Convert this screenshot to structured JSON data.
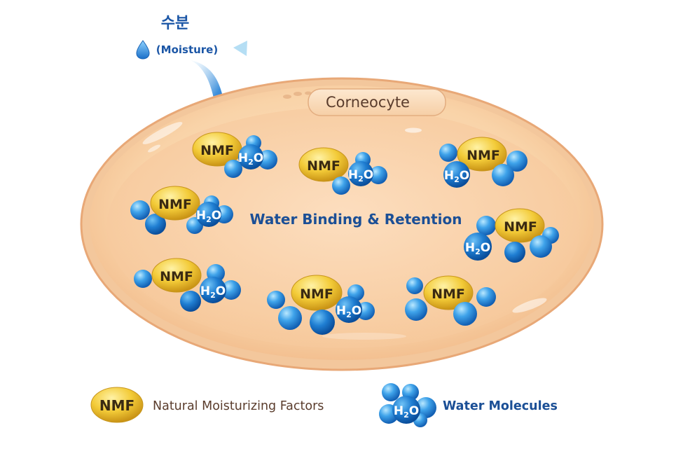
{
  "input": {
    "title": "수분",
    "subtitle": "(Moisture)"
  },
  "cell": {
    "label": "Corneocyte",
    "center_text": "Water Binding & Retention"
  },
  "complexes": [
    {
      "nmf_label": "NMF",
      "water_label_main": "H",
      "water_label_sub": "2",
      "water_label_end": "O"
    },
    {
      "nmf_label": "NMF",
      "water_label_main": "H",
      "water_label_sub": "2",
      "water_label_end": "O"
    },
    {
      "nmf_label": "NMF",
      "water_label_main": "H",
      "water_label_sub": "2",
      "water_label_end": "O"
    },
    {
      "nmf_label": "NMF",
      "water_label_main": "H",
      "water_label_sub": "2",
      "water_label_end": "O"
    },
    {
      "nmf_label": "NMF",
      "water_label_main": "H",
      "water_label_sub": "2",
      "water_label_end": "O"
    },
    {
      "nmf_label": "NMF",
      "water_label_main": "H",
      "water_label_sub": "2",
      "water_label_end": "O"
    },
    {
      "nmf_label": "NMF",
      "water_label_main": "H",
      "water_label_sub": "2",
      "water_label_end": "O"
    },
    {
      "nmf_label": "NMF",
      "water_label_main": null,
      "water_label_sub": null,
      "water_label_end": null
    }
  ],
  "legend": {
    "nmf_badge": "NMF",
    "nmf_text": "Natural Moisturizing Factors",
    "water_badge_main": "H",
    "water_badge_sub": "2",
    "water_badge_end": "O",
    "water_text": "Water Molecules"
  },
  "colors": {
    "cell_fill": "#fbd9b3",
    "cell_edge": "#e8a877",
    "nmf_fill": "#f2c531",
    "water_fill": "#2a8ddc",
    "title_blue": "#1b56a6",
    "text_dark": "#5a3c2c"
  }
}
